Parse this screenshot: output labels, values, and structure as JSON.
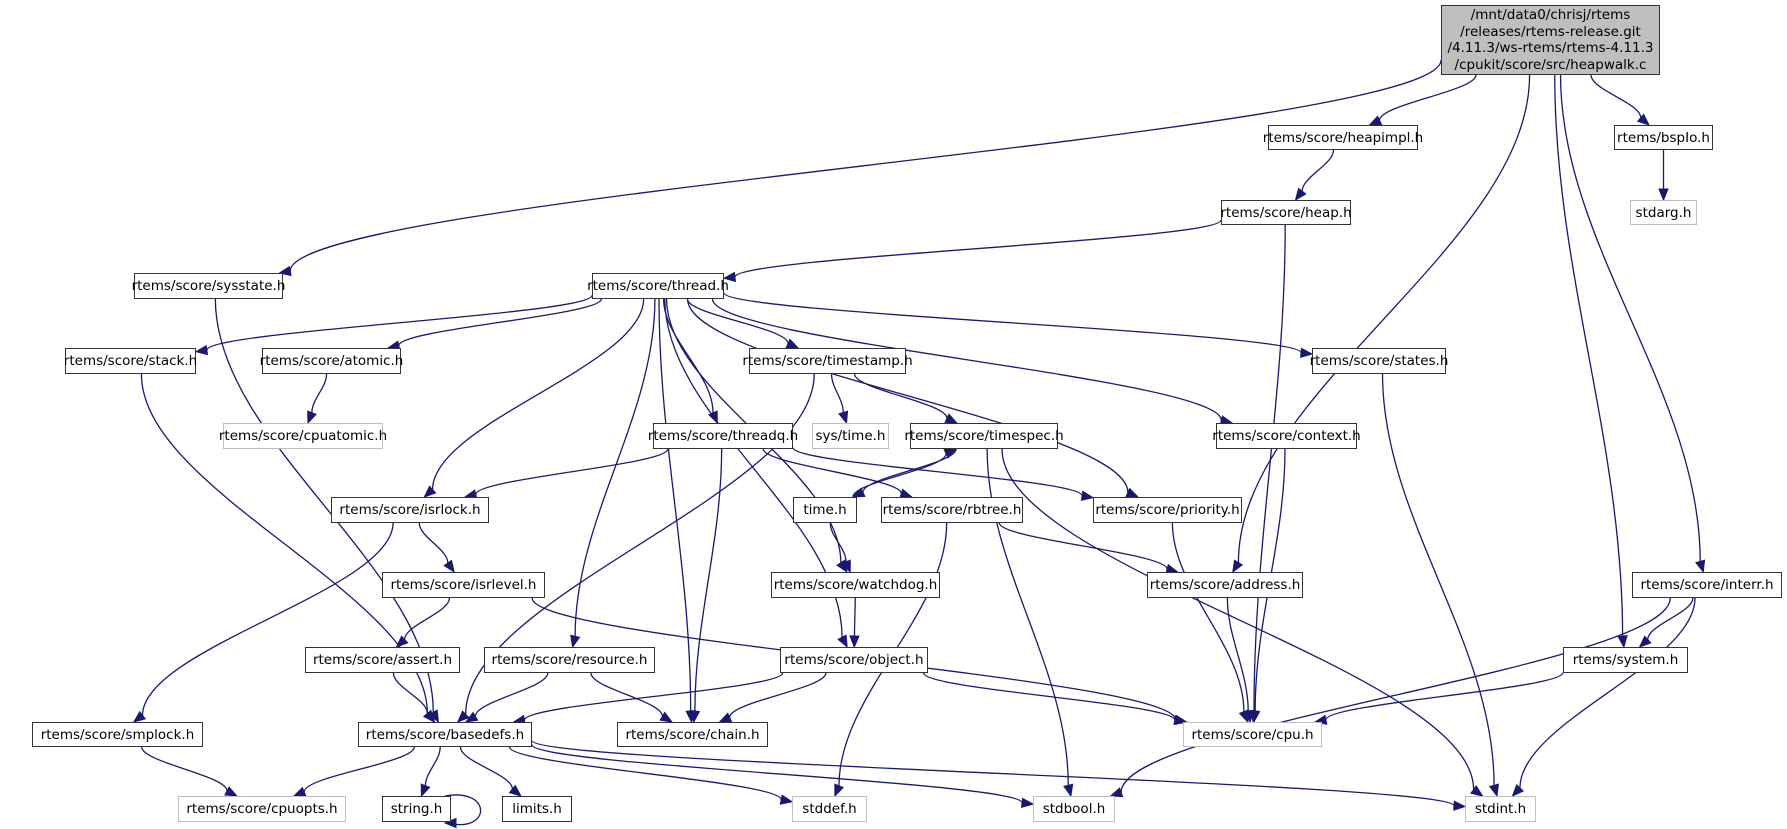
{
  "title": "Include dependency graph for heapwalk.c",
  "colors": {
    "edge": "#191970",
    "root_fill": "#bfbfbf",
    "node_border": "#333333",
    "external_border": "#bfbfbf"
  },
  "root": {
    "id": "root",
    "label": "/mnt/data0/chrisj/rtems\n/releases/rtems-release.git\n/4.11.3/ws-rtems/rtems-4.11.3\n/cpukit/score/src/heapwalk.c"
  },
  "nodes": [
    {
      "id": "heapimpl",
      "label": "rtems/score/heapimpl.h",
      "external": false
    },
    {
      "id": "heap",
      "label": "rtems/score/heap.h",
      "external": false
    },
    {
      "id": "bspio",
      "label": "rtems/bspIo.h",
      "external": false
    },
    {
      "id": "stdarg",
      "label": "stdarg.h",
      "external": true
    },
    {
      "id": "sysstate",
      "label": "rtems/score/sysstate.h",
      "external": false
    },
    {
      "id": "thread",
      "label": "rtems/score/thread.h",
      "external": false
    },
    {
      "id": "stack",
      "label": "rtems/score/stack.h",
      "external": false
    },
    {
      "id": "atomic",
      "label": "rtems/score/atomic.h",
      "external": false
    },
    {
      "id": "cpuatomic",
      "label": "rtems/score/cpuatomic.h",
      "external": true
    },
    {
      "id": "timestamp",
      "label": "rtems/score/timestamp.h",
      "external": false
    },
    {
      "id": "states",
      "label": "rtems/score/states.h",
      "external": false
    },
    {
      "id": "threadq",
      "label": "rtems/score/threadq.h",
      "external": false
    },
    {
      "id": "systime",
      "label": "sys/time.h",
      "external": true
    },
    {
      "id": "timespec",
      "label": "rtems/score/timespec.h",
      "external": false
    },
    {
      "id": "context",
      "label": "rtems/score/context.h",
      "external": false
    },
    {
      "id": "isrlock",
      "label": "rtems/score/isrlock.h",
      "external": false
    },
    {
      "id": "time",
      "label": "time.h",
      "external": false
    },
    {
      "id": "rbtree",
      "label": "rtems/score/rbtree.h",
      "external": false
    },
    {
      "id": "priority",
      "label": "rtems/score/priority.h",
      "external": false
    },
    {
      "id": "isrlevel",
      "label": "rtems/score/isrlevel.h",
      "external": false
    },
    {
      "id": "watchdog",
      "label": "rtems/score/watchdog.h",
      "external": false
    },
    {
      "id": "address",
      "label": "rtems/score/address.h",
      "external": false
    },
    {
      "id": "interr",
      "label": "rtems/score/interr.h",
      "external": false
    },
    {
      "id": "assert",
      "label": "rtems/score/assert.h",
      "external": false
    },
    {
      "id": "resource",
      "label": "rtems/score/resource.h",
      "external": false
    },
    {
      "id": "object",
      "label": "rtems/score/object.h",
      "external": false
    },
    {
      "id": "system",
      "label": "rtems/system.h",
      "external": false
    },
    {
      "id": "smplock",
      "label": "rtems/score/smplock.h",
      "external": false
    },
    {
      "id": "basedefs",
      "label": "rtems/score/basedefs.h",
      "external": false
    },
    {
      "id": "chain",
      "label": "rtems/score/chain.h",
      "external": false
    },
    {
      "id": "cpu",
      "label": "rtems/score/cpu.h",
      "external": true
    },
    {
      "id": "cpuopts",
      "label": "rtems/score/cpuopts.h",
      "external": true
    },
    {
      "id": "string",
      "label": "string.h",
      "external": false
    },
    {
      "id": "limits",
      "label": "limits.h",
      "external": false
    },
    {
      "id": "stddef",
      "label": "stddef.h",
      "external": true
    },
    {
      "id": "stdbool",
      "label": "stdbool.h",
      "external": true
    },
    {
      "id": "stdint",
      "label": "stdint.h",
      "external": true
    }
  ],
  "edges": [
    [
      "root",
      "heapimpl"
    ],
    [
      "root",
      "sysstate"
    ],
    [
      "root",
      "bspio"
    ],
    [
      "root",
      "address"
    ],
    [
      "root",
      "system"
    ],
    [
      "root",
      "interr"
    ],
    [
      "heapimpl",
      "heap"
    ],
    [
      "heap",
      "thread"
    ],
    [
      "heap",
      "cpu"
    ],
    [
      "bspio",
      "stdarg"
    ],
    [
      "sysstate",
      "basedefs"
    ],
    [
      "thread",
      "stack"
    ],
    [
      "thread",
      "atomic"
    ],
    [
      "thread",
      "timestamp"
    ],
    [
      "thread",
      "threadq"
    ],
    [
      "thread",
      "states"
    ],
    [
      "thread",
      "context"
    ],
    [
      "thread",
      "isrlock"
    ],
    [
      "thread",
      "priority"
    ],
    [
      "thread",
      "watchdog"
    ],
    [
      "thread",
      "object"
    ],
    [
      "thread",
      "resource"
    ],
    [
      "thread",
      "chain"
    ],
    [
      "stack",
      "basedefs"
    ],
    [
      "atomic",
      "cpuatomic"
    ],
    [
      "timestamp",
      "systime"
    ],
    [
      "timestamp",
      "timespec"
    ],
    [
      "timestamp",
      "basedefs"
    ],
    [
      "states",
      "stdint"
    ],
    [
      "threadq",
      "isrlock"
    ],
    [
      "threadq",
      "rbtree"
    ],
    [
      "threadq",
      "priority"
    ],
    [
      "threadq",
      "chain"
    ],
    [
      "timespec",
      "time"
    ],
    [
      "timespec",
      "stdbool"
    ],
    [
      "timespec",
      "stdint"
    ],
    [
      "time",
      "timespec"
    ],
    [
      "context",
      "cpu"
    ],
    [
      "isrlock",
      "isrlevel"
    ],
    [
      "isrlock",
      "smplock"
    ],
    [
      "time",
      "watchdog"
    ],
    [
      "rbtree",
      "address"
    ],
    [
      "rbtree",
      "stddef"
    ],
    [
      "priority",
      "cpu"
    ],
    [
      "isrlevel",
      "assert"
    ],
    [
      "isrlevel",
      "cpu"
    ],
    [
      "watchdog",
      "object"
    ],
    [
      "address",
      "cpu"
    ],
    [
      "interr",
      "system"
    ],
    [
      "interr",
      "stdbool"
    ],
    [
      "interr",
      "stdint"
    ],
    [
      "assert",
      "basedefs"
    ],
    [
      "resource",
      "basedefs"
    ],
    [
      "resource",
      "chain"
    ],
    [
      "object",
      "basedefs"
    ],
    [
      "object",
      "chain"
    ],
    [
      "object",
      "cpu"
    ],
    [
      "system",
      "cpu"
    ],
    [
      "smplock",
      "cpuopts"
    ],
    [
      "basedefs",
      "cpuopts"
    ],
    [
      "basedefs",
      "string"
    ],
    [
      "basedefs",
      "limits"
    ],
    [
      "basedefs",
      "stddef"
    ],
    [
      "basedefs",
      "stdbool"
    ],
    [
      "basedefs",
      "stdint"
    ],
    [
      "string",
      "string"
    ]
  ]
}
